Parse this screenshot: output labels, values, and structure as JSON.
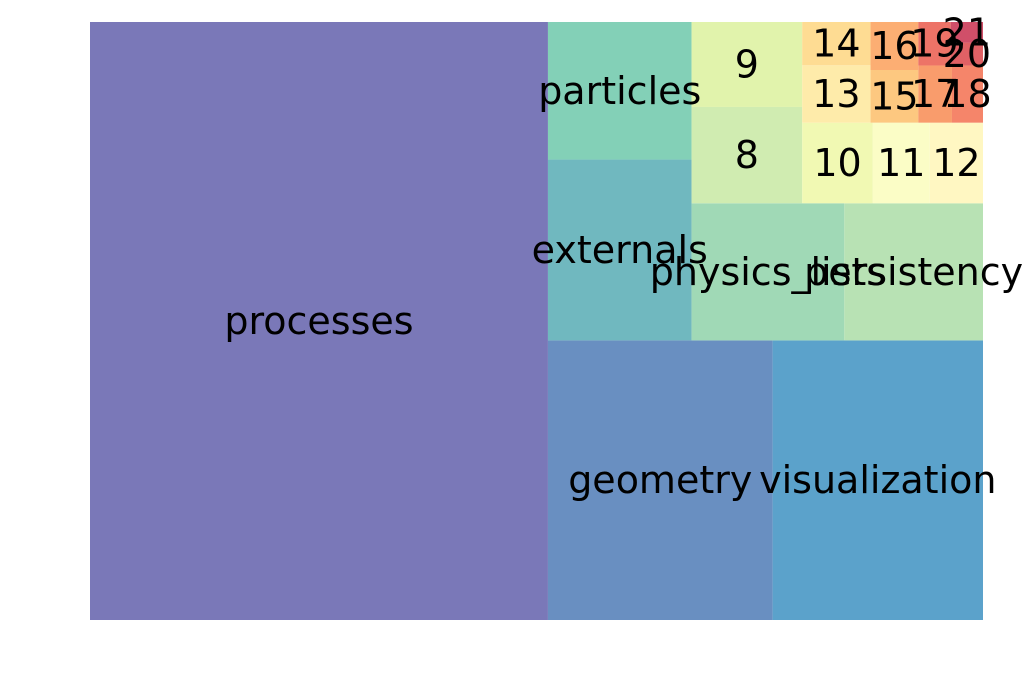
{
  "chart_data": {
    "type": "treemap",
    "title": "",
    "xlabel": "",
    "ylabel": "",
    "grid": false,
    "legend": "none",
    "items": [
      {
        "label": "processes",
        "value": 0.3701,
        "color": "#7a78b8"
      },
      {
        "label": "geometry",
        "value": 0.0849,
        "color": "#698fc1"
      },
      {
        "label": "visualization",
        "value": 0.0795,
        "color": "#5ba2cb"
      },
      {
        "label": "externals",
        "value": 0.0351,
        "color": "#70b8bf"
      },
      {
        "label": "particles",
        "value": 0.0267,
        "color": "#83d0b7"
      },
      {
        "label": "physics_lists",
        "value": 0.0283,
        "color": "#a0d9b6"
      },
      {
        "label": "persistency",
        "value": 0.0257,
        "color": "#b8e2b4"
      },
      {
        "label": "8",
        "value": 0.0144,
        "color": "#d0ecb1"
      },
      {
        "label": "9",
        "value": 0.0127,
        "color": "#e1f3ac"
      },
      {
        "label": "10",
        "value": 0.0077,
        "color": "#f1f9b3"
      },
      {
        "label": "11",
        "value": 0.0062,
        "color": "#fbfdc6"
      },
      {
        "label": "12",
        "value": 0.0058,
        "color": "#fff7c2"
      },
      {
        "label": "13",
        "value": 0.0053,
        "color": "#feebaa"
      },
      {
        "label": "14",
        "value": 0.004,
        "color": "#fedc93"
      },
      {
        "label": "15",
        "value": 0.0034,
        "color": "#fdc880"
      },
      {
        "label": "16",
        "value": 0.0031,
        "color": "#fcae73"
      },
      {
        "label": "17",
        "value": 0.0026,
        "color": "#f99c6c"
      },
      {
        "label": "18",
        "value": 0.0024,
        "color": "#f5856a"
      },
      {
        "label": "19",
        "value": 0.0019,
        "color": "#ed7367"
      },
      {
        "label": "20",
        "value": 0.001,
        "color": "#e06165"
      },
      {
        "label": "21",
        "value": 0.0009,
        "color": "#d04f69"
      }
    ]
  }
}
